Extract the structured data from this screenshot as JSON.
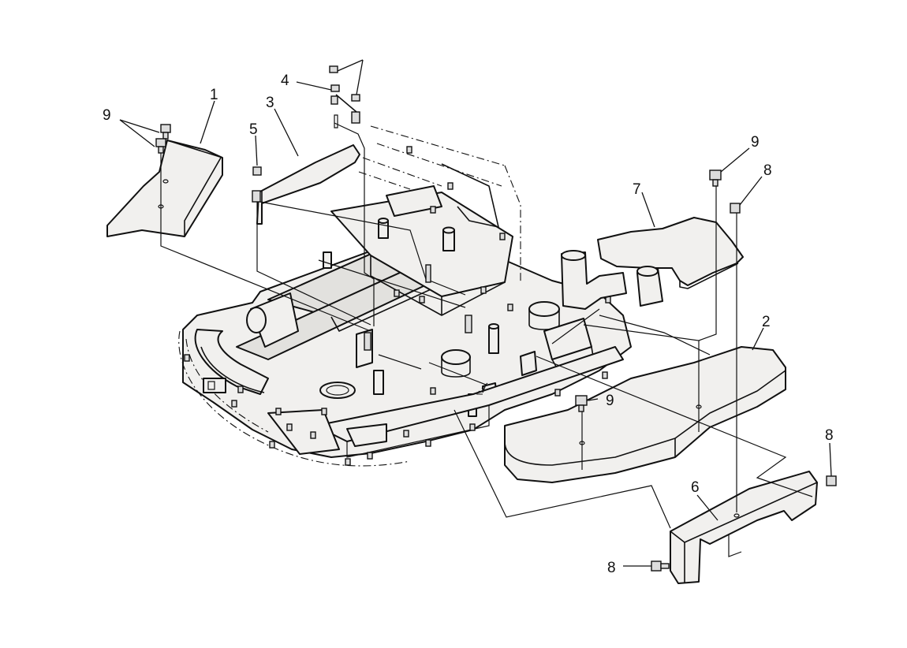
{
  "callouts": {
    "c1": "1",
    "c2": "2",
    "c3": "3",
    "c4": "4",
    "c5": "5",
    "c6": "6",
    "c7": "7",
    "c8a": "8",
    "c8b": "8",
    "c8c": "8",
    "c9a": "9",
    "c9b": "9",
    "c9c": "9"
  }
}
